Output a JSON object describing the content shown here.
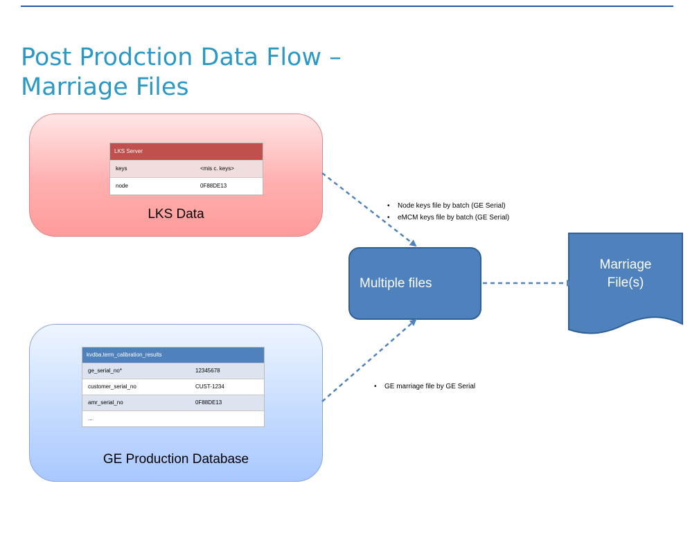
{
  "title": {
    "line1": "Post Prodction Data Flow –",
    "line2": "Marriage Files"
  },
  "lks_panel": {
    "label": "LKS Data",
    "table": {
      "header": "LKS Server",
      "rows": [
        {
          "key": "keys",
          "value": "<mis c. keys>"
        },
        {
          "key": "node",
          "value": "0F88DE13"
        }
      ]
    }
  },
  "ge_panel": {
    "label": "GE Production Database",
    "table": {
      "header": "kvdba.term_calibration_results",
      "rows": [
        {
          "key": "ge_serial_no*",
          "value": "12345678"
        },
        {
          "key": "customer_serial_no",
          "value": "CUST-1234"
        },
        {
          "key": "amr_serial_no",
          "value": "0F88DE13"
        },
        {
          "key": "...",
          "value": ""
        }
      ]
    }
  },
  "process_node": {
    "label": "Multiple files"
  },
  "output_document": {
    "line1": "Marriage",
    "line2": "File(s)"
  },
  "notes": {
    "lks_flow": [
      "Node keys file by batch (GE Serial)",
      "eMCM keys file by batch (GE Serial)"
    ],
    "ge_flow": [
      "GE marriage file by GE Serial"
    ],
    "bullet_glyph": "•"
  },
  "colors": {
    "title": "#2b98c6",
    "rule": "#1f5aa6",
    "lks_header": "#c0504d",
    "ge_header": "#4f81bd",
    "node_fill": "#4f81bd",
    "arrow": "#4f81bd"
  }
}
